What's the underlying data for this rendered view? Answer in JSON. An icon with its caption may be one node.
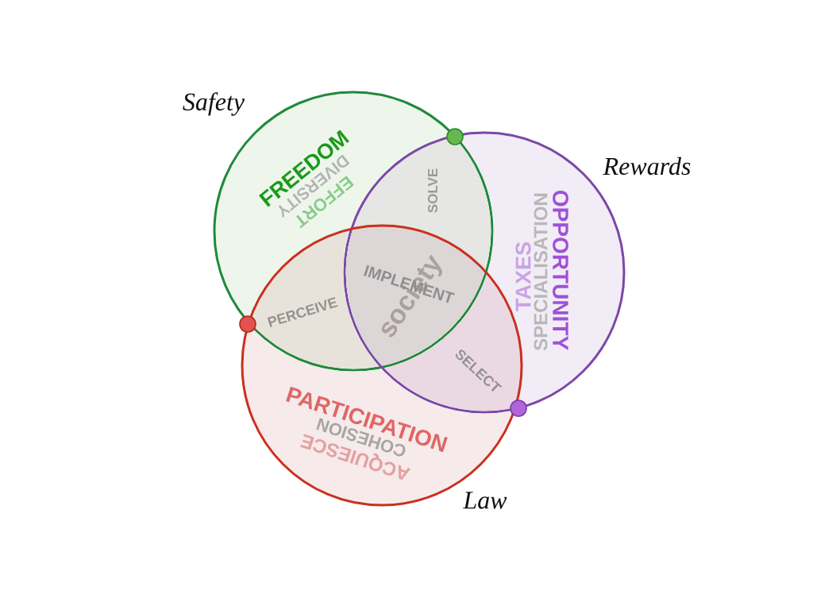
{
  "diagram": {
    "nodes": [
      {
        "text": [
          "Safety",
          "FREEDOM",
          "DIVERSITY",
          "EFFORT"
        ]
      },
      {
        "text": [
          "Rewards",
          "OPPORTUNITY",
          "SPECIALISATION",
          "TAXES"
        ]
      },
      {
        "text": [
          "Law",
          "PARTICIPATION",
          "COHESION",
          "ACQUIESCE"
        ]
      }
    ],
    "labels": [
      "SOLVE",
      "IMPLEMENT",
      "society",
      "PERCEIVE",
      "SELECT"
    ]
  }
}
